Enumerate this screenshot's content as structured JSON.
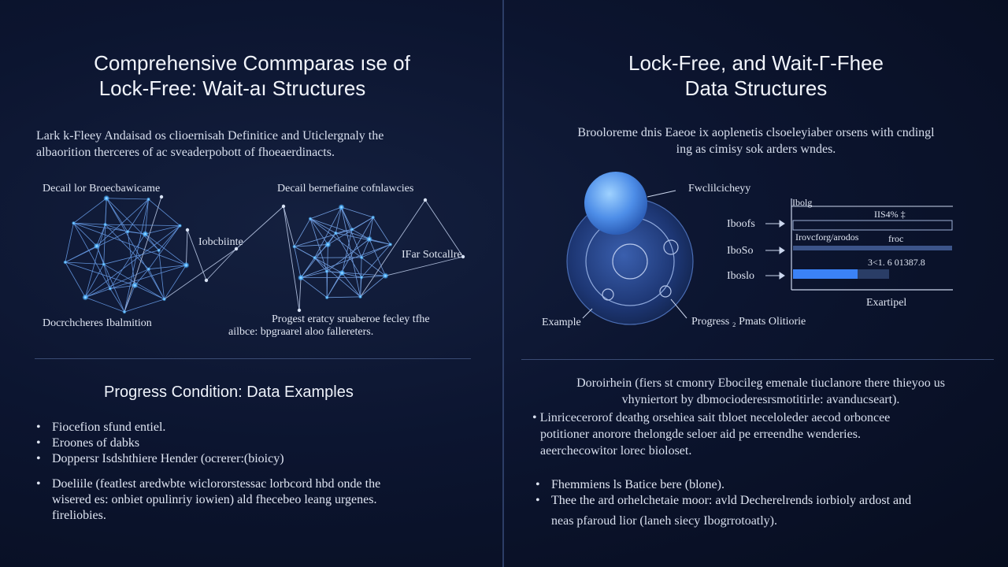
{
  "left": {
    "title_line1": "Comprehensive Commparas ıse of",
    "title_line2": "Lock-Free: Wait-aı Structures",
    "intro_line1": "Lark k-Fleey Andaisad os clioernisah Definitice and Uticlergnaly the",
    "intro_line2": "albaorition therceres of ac sveaderpobott of fhoeaerdinacts.",
    "diagram_labels": {
      "top_left": "Decail lor Broecbawicame",
      "top_right": "Decail bernefiaine cofnlawcies",
      "middle": "Iobcbiinte",
      "right": "IFar Sotcallre",
      "bottom_left": "Docrchcheres Ibalmition",
      "bottom_right_1": "Progest eratcy sruaberoe fecley tfhe",
      "bottom_right_2": "ailbce: bpgraarel aloo fallereters."
    },
    "section_title": "Progress Condition: Data Examples",
    "bullets": [
      "Fiocefion sfund entiel.",
      "Eroones of dabks",
      "Doppersr Isdshthiere Hender (ocrerer:(bioicy)"
    ],
    "bullet_long": [
      "Doeliile (featlest aredwbte wiclororstessac lorbcord hbd onde the",
      "wisered es: onbiet opulinriy iowien) ald fhecebeo leang urgenes.",
      "fireliobies."
    ]
  },
  "right": {
    "title_line1": "Lock-Free, and Wait-Γ-Fhee",
    "title_line2": "Data Structures",
    "intro_line1": "Brooloreme dnis Eaeoe ix aoplenetis clsoeleyiaber orsens with cndingl",
    "intro_line2": "ing as cimisy sok arders wndes.",
    "diagram_labels": {
      "node_top": "Fwclilcicheyy",
      "row1": "Iboofs",
      "row2": "IboSo",
      "row3": "Iboslo",
      "example_left": "Example",
      "progress": "Progress ₂ Pmats Olitiorie",
      "chart_caption": "Exartipel"
    },
    "bar_chart": {
      "header": "Ibolg",
      "row1_value": "IIS4% ‡",
      "row2_label": "Irovcforg/arodos",
      "row2_value": "froc",
      "row3_value": "3<1. 6 01387.8"
    },
    "para_lines": [
      "Doroirhein (fiers st cmonry Ebocileg emenale tiuclanore there thieyoo us",
      "vhyniertort by dbmocioderesrsmotitirle: avanducseart).",
      "Linricecerorof deathg orsehiea sait tbloet neceloleder aecod orboncee",
      "potitioner anorore thelongde seloer aid pe erreendhe wenderies.",
      "aeerchecowitor lorec bioloset."
    ],
    "bullets": [
      "Fhemmiens ls Batice bere (blone).",
      "Thee the ard orhelchetaie moor: avld Decherelrends iorbioly ardost and"
    ],
    "bullet_tail": "neas pfaroud lior (laneh siecy Ibogrrotoatly)."
  },
  "colors": {
    "background": "#0c1530",
    "divider": "#2c3d66",
    "node_glow": "#4fb2ff",
    "sphere_blue": "#4e8ee8",
    "bar_fill": "#3b82f6"
  }
}
